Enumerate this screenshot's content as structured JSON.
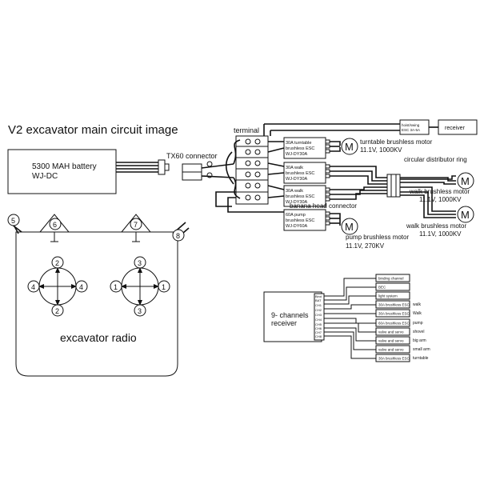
{
  "title": "V2 excavator main circuit image",
  "battery": {
    "line1": "5300 MAH battery",
    "line2": "WJ-DC"
  },
  "labels": {
    "terminal": "terminal",
    "tx60": "TX60 connector",
    "banana": "banana head connector",
    "distributor": "circular distributor ring",
    "receiver": "receiver",
    "radio": "excavator radio",
    "nine_receiver_1": "9- channels",
    "nine_receiver_2": "receiver"
  },
  "escs": [
    {
      "l1": "30A turntable",
      "l2": "brushless ESC",
      "l3": "WJ-DY30A"
    },
    {
      "l1": "30A walk",
      "l2": "brushless ESC",
      "l3": "WJ-DY30A"
    },
    {
      "l1": "30A walk",
      "l2": "brushless ESC",
      "l3": "WJ-DY30A"
    },
    {
      "l1": "60A pump",
      "l2": "brushless ESC",
      "l3": "WJ-DY60A"
    }
  ],
  "servo_box": {
    "l1": "hoist/swing",
    "l2": "ESC 3A-5A"
  },
  "motors": [
    {
      "name": "turntable brushless motor",
      "spec": "11.1V, 1000KV"
    },
    {
      "name": "walk brushless motor",
      "spec": "11.1V, 1000KV"
    },
    {
      "name": "walk brushless motor",
      "spec": "11.1V, 1000KV"
    },
    {
      "name": "pump brushless motor",
      "spec": "11.1V, 270KV"
    }
  ],
  "motor_symbol": "M",
  "radio_markers": [
    "5",
    "6",
    "7",
    "8"
  ],
  "stick_left": [
    "2",
    "4",
    "4",
    "2"
  ],
  "stick_right": [
    "3",
    "1",
    "1",
    "3"
  ],
  "channels": [
    "Bind",
    "BAT",
    "CH1",
    "CH2",
    "CH3",
    "CH4",
    "CH5",
    "CH6",
    "CH7",
    "CH8",
    "CH9"
  ],
  "channel_map": [
    {
      "device": "binding channel",
      "function": ""
    },
    {
      "device": "BEC",
      "function": ""
    },
    {
      "device": "light system",
      "function": ""
    },
    {
      "device": "30A brushless ESC",
      "function": "walk"
    },
    {
      "device": "30A brushless ESC",
      "function": "Walk"
    },
    {
      "device": "60A brushless ESC",
      "function": "pump"
    },
    {
      "device": "valve and servo",
      "function": "shovel"
    },
    {
      "device": "valve and servo",
      "function": "big arm"
    },
    {
      "device": "valve and servo",
      "function": "small arm"
    },
    {
      "device": "30A brushless ESC",
      "function": "turntable"
    }
  ]
}
